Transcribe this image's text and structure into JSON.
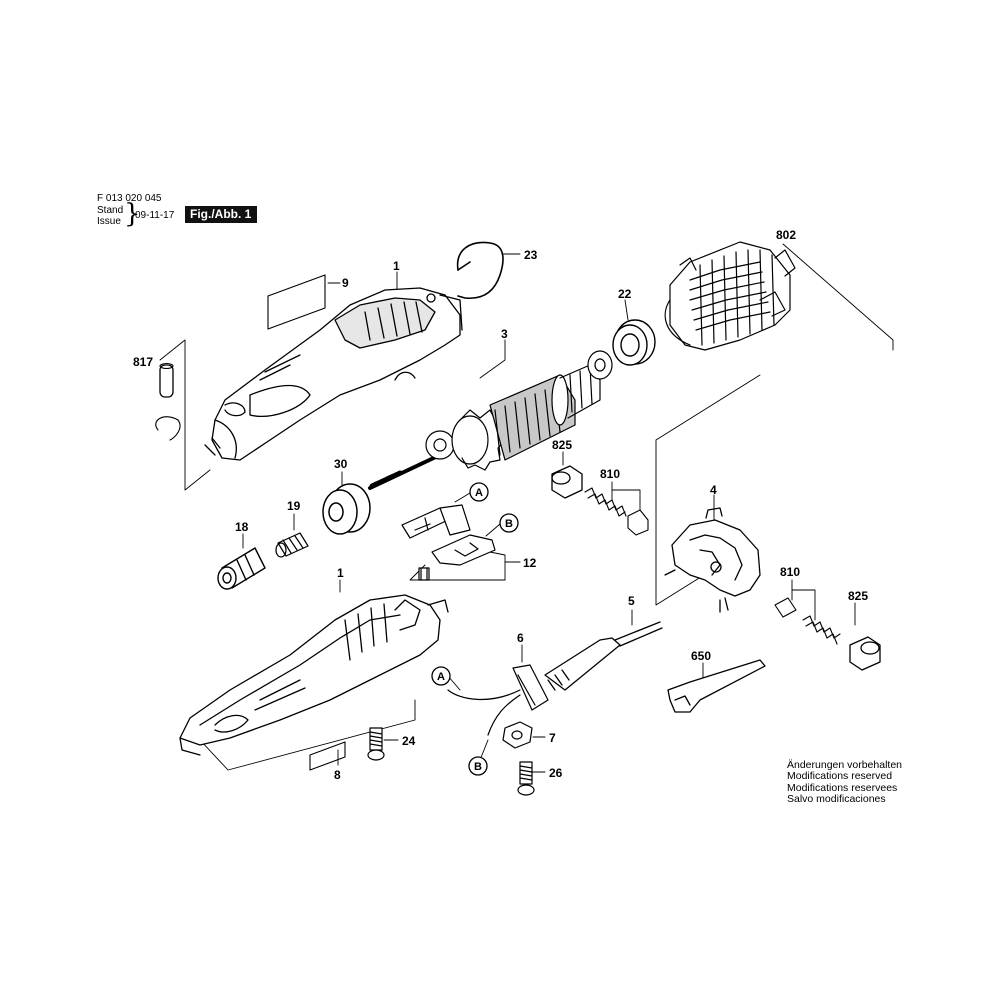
{
  "header": {
    "code": "F 013 020 045",
    "stand": "Stand",
    "issue": "Issue",
    "date": "09-11-17",
    "figure": "Fig./Abb. 1"
  },
  "labels": {
    "p1_top": "1",
    "p1_bottom": "1",
    "p3": "3",
    "p4": "4",
    "p5": "5",
    "p6": "6",
    "p7": "7",
    "p8": "8",
    "p9": "9",
    "p12": "12",
    "p18": "18",
    "p19": "19",
    "p22": "22",
    "p23": "23",
    "p24": "24",
    "p26": "26",
    "p30": "30",
    "p650": "650",
    "p802": "802",
    "p810_top": "810",
    "p810_bottom": "810",
    "p817": "817",
    "p825_top": "825",
    "p825_bottom": "825"
  },
  "callouts": {
    "a_top": "A",
    "b_top": "B",
    "a_bottom": "A",
    "b_bottom": "B"
  },
  "notes": [
    "Änderungen vorbehalten",
    "Modifications reserved",
    "Modifications reservees",
    "Salvo modificaciones"
  ]
}
